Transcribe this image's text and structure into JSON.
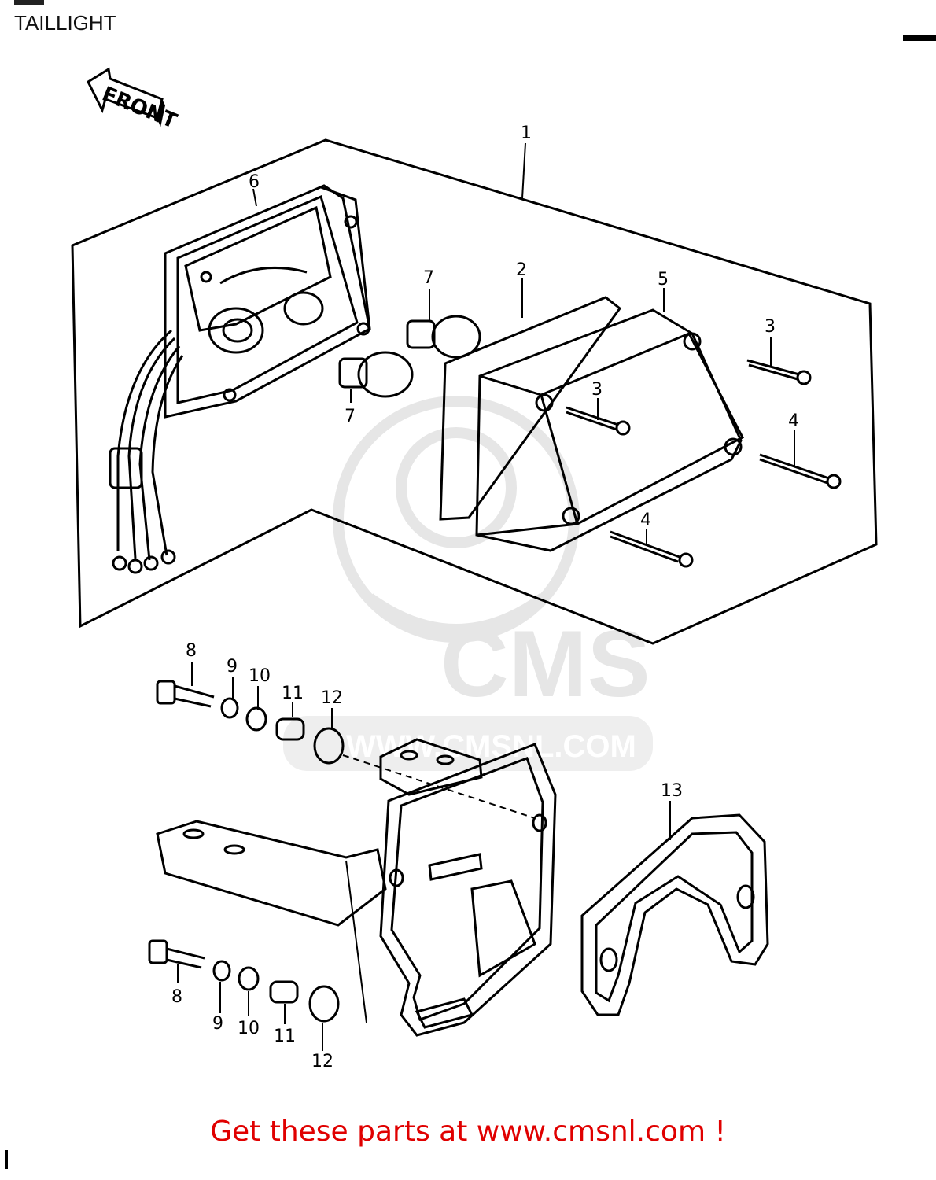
{
  "title": "TAILLIGHT",
  "front_label": "FRONT",
  "watermark": {
    "logo": "CMS",
    "url": "WWW.CMSNL.COM"
  },
  "callouts": {
    "c1": "1",
    "c2": "2",
    "c3a": "3",
    "c3b": "3",
    "c4a": "4",
    "c4b": "4",
    "c5": "5",
    "c6": "6",
    "c7a": "7",
    "c7b": "7",
    "c8a": "8",
    "c8b": "8",
    "c9a": "9",
    "c9b": "9",
    "c10a": "10",
    "c10b": "10",
    "c11a": "11",
    "c11b": "11",
    "c12a": "12",
    "c12b": "12",
    "c13": "13"
  },
  "footer": "Get these parts at www.cmsnl.com !",
  "colors": {
    "line": "#000000",
    "footer": "#e00000",
    "watermark": "#e6e6e6"
  }
}
